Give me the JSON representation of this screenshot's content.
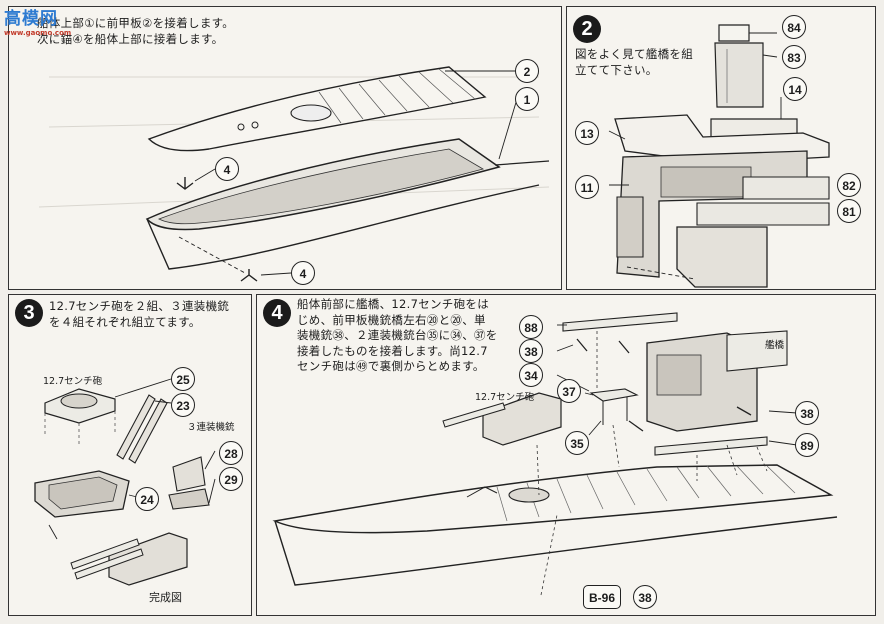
{
  "logo": {
    "brand": "高模网",
    "url": "www.gaomo.com"
  },
  "step1": {
    "text": "船体上部①に前甲板②を接着します。\n次に錨④を船体上部に接着します。",
    "callouts": [
      "2",
      "1",
      "4",
      "4"
    ]
  },
  "step2": {
    "number": "2",
    "text": "図をよく見て艦橋を組\n立てて下さい。",
    "callouts": [
      "84",
      "83",
      "14",
      "13",
      "11",
      "82",
      "81"
    ]
  },
  "step3": {
    "number": "3",
    "text": "12.7センチ砲を２組、３連装機銃\nを４組それぞれ組立てます。",
    "gun_label": "12.7センチ砲",
    "mg_label": "３連装機銃",
    "done_label": "完成図",
    "callouts": [
      "25",
      "23",
      "28",
      "29",
      "24"
    ]
  },
  "step4": {
    "number": "4",
    "text": "船体前部に艦橋、12.7センチ砲をは\nじめ、前甲板機銃橋左右⑳と⑳、単\n装機銃㊳、２連装機銃台㉟に㉞、㊲を\n接着したものを接着します。尚12.7\nセンチ砲は㊾で裏側からとめます。",
    "gun_label": "12.7センチ砲",
    "bridge_label": "艦橋",
    "callouts": [
      "88",
      "38",
      "34",
      "37",
      "35",
      "38",
      "89",
      "38"
    ],
    "part_code": "B-96"
  }
}
